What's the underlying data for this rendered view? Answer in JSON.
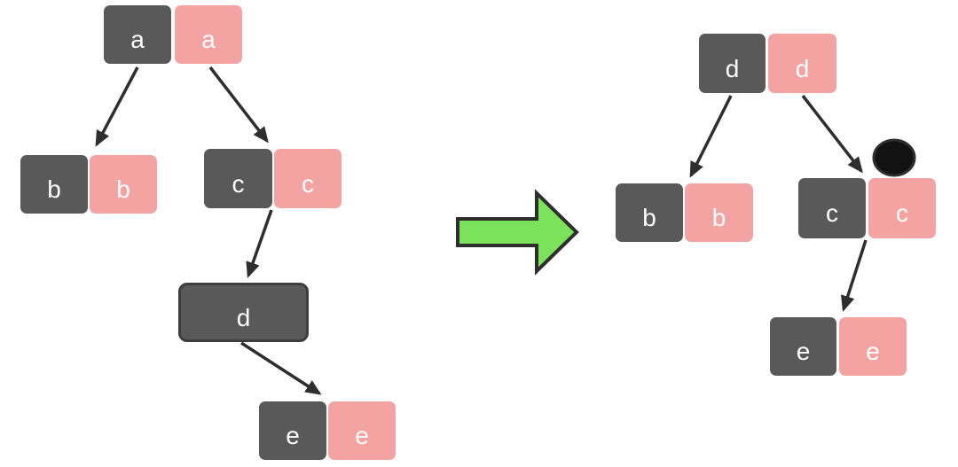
{
  "diagram": {
    "type": "tree-transformation",
    "colors": {
      "background": "#ffffff",
      "node_dark": "#595959",
      "node_dark_border": "#3e3e3e",
      "node_pink": "#f2a3a2",
      "node_text": "#ffffff",
      "edge": "#2e2e2e",
      "transform_arrow_fill": "#7de25b",
      "transform_arrow_stroke": "#2e2e2e",
      "marker_dot": "#121212"
    },
    "left_tree": {
      "nodes": [
        {
          "id": "a",
          "label": "a",
          "boxes": "dark+pink-pair"
        },
        {
          "id": "b",
          "label": "b",
          "boxes": "dark+pink-pair"
        },
        {
          "id": "c",
          "label": "c",
          "boxes": "dark+pink-pair"
        },
        {
          "id": "d",
          "label": "d",
          "boxes": "wide-dark-single"
        },
        {
          "id": "e",
          "label": "e",
          "boxes": "dark+pink-pair"
        }
      ],
      "edges": [
        {
          "from": "a",
          "to": "b"
        },
        {
          "from": "a",
          "to": "c"
        },
        {
          "from": "c",
          "to": "d"
        },
        {
          "from": "d",
          "to": "e"
        }
      ]
    },
    "transform_arrow": {
      "icon": "right-arrow",
      "direction": "right"
    },
    "right_tree": {
      "nodes": [
        {
          "id": "d",
          "label": "d",
          "boxes": "dark+pink-pair"
        },
        {
          "id": "b",
          "label": "b",
          "boxes": "dark+pink-pair"
        },
        {
          "id": "c",
          "label": "c",
          "boxes": "dark+pink-pair",
          "marker": "black-oval"
        },
        {
          "id": "e",
          "label": "e",
          "boxes": "dark+pink-pair"
        }
      ],
      "edges": [
        {
          "from": "d",
          "to": "b"
        },
        {
          "from": "d",
          "to": "c"
        },
        {
          "from": "c",
          "to": "e"
        }
      ]
    }
  }
}
